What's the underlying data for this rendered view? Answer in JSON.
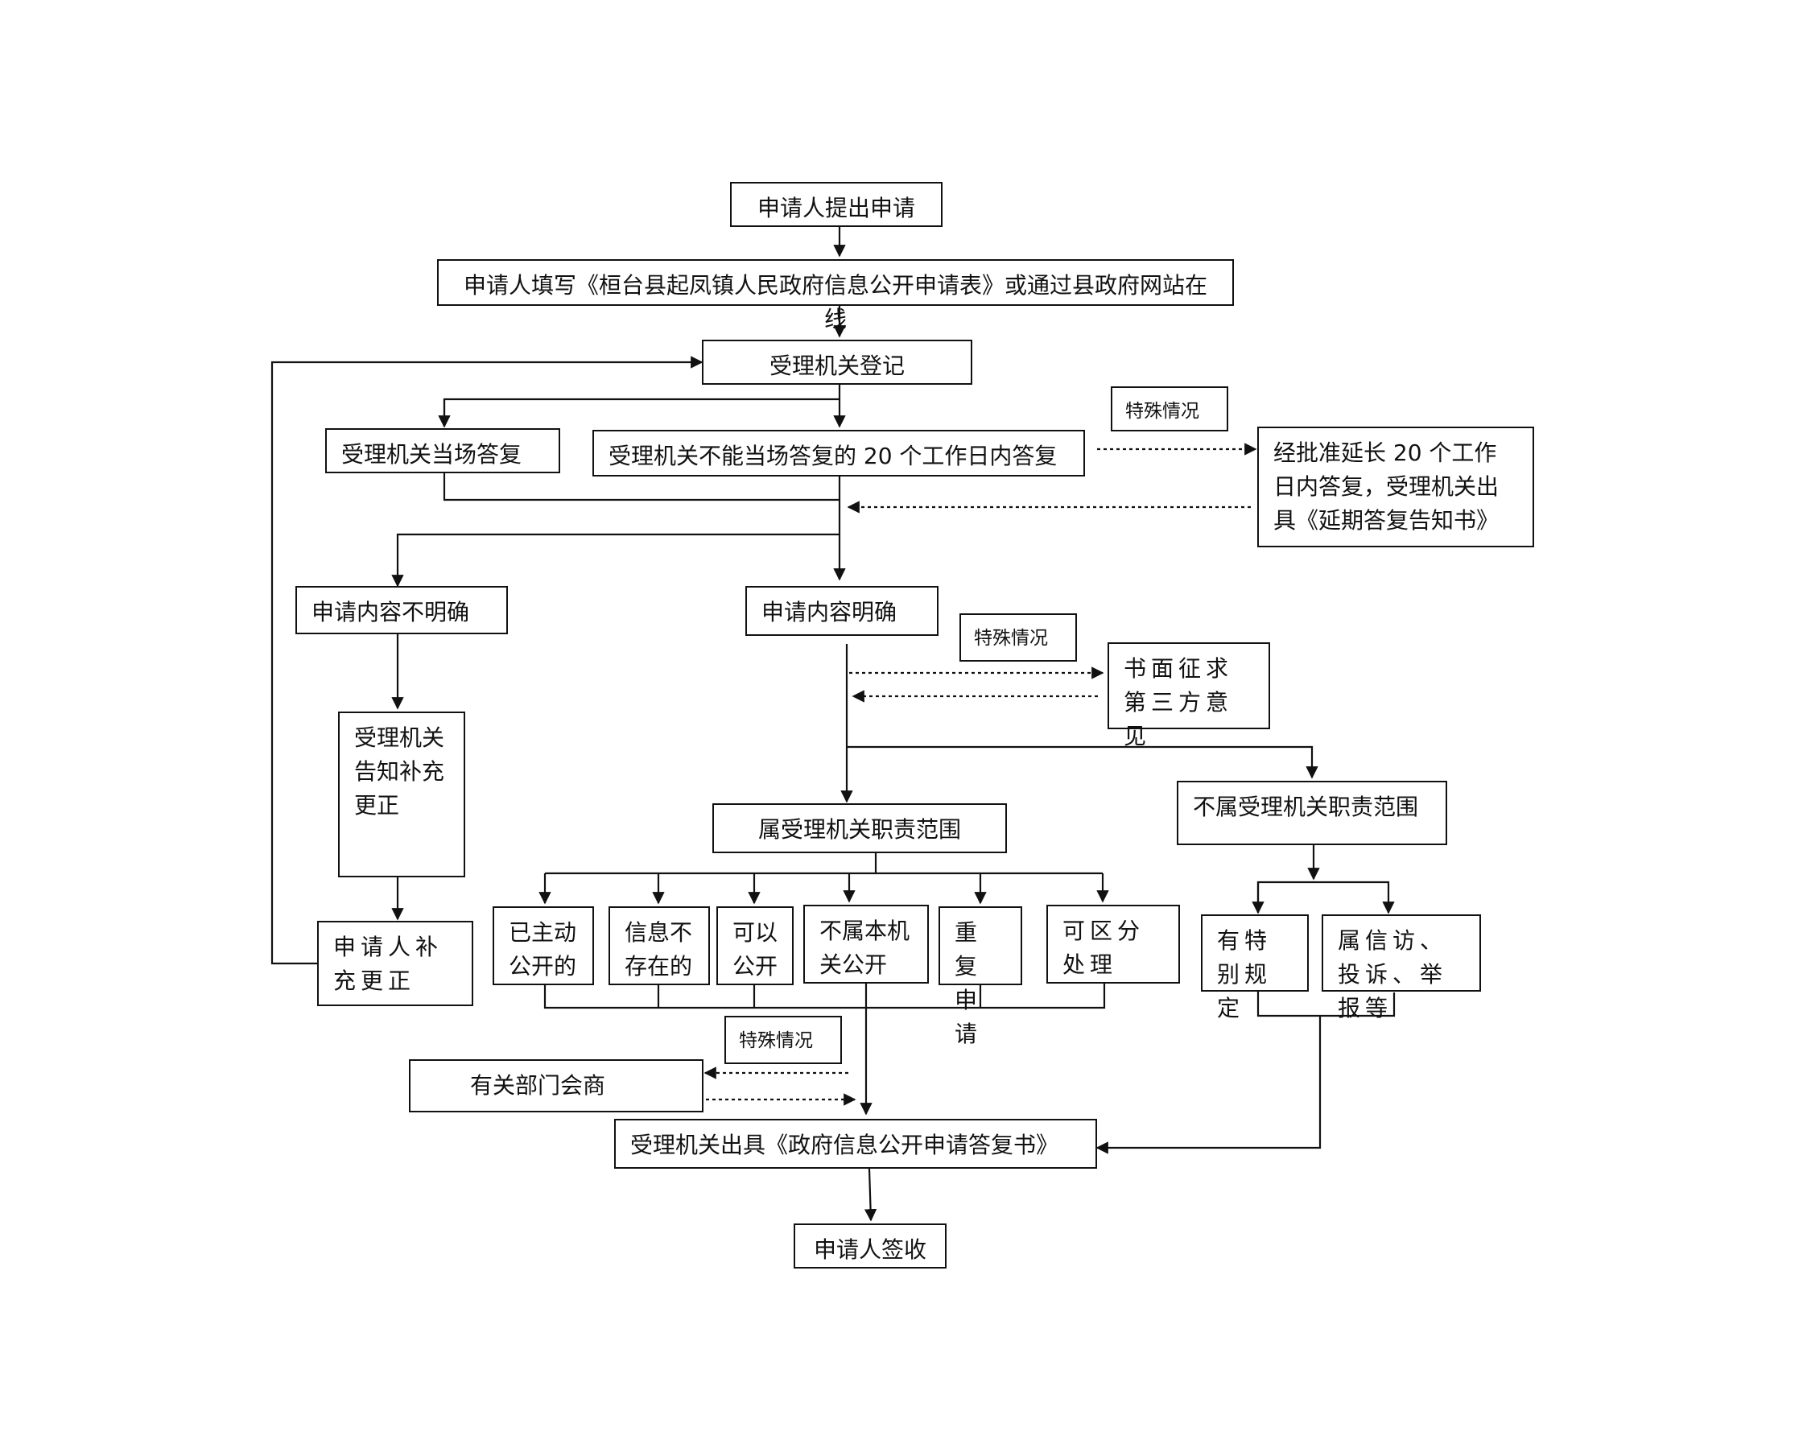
{
  "nodes": {
    "apply": "申请人提出申请",
    "fill_form": "申请人填写《桓台县起凤镇人民政府信息公开申请表》或通过县政府网站在线",
    "register": "受理机关登记",
    "reply_on_spot": "受理机关当场答复",
    "reply_20_days": "受理机关不能当场答复的 20 个工作日内答复",
    "special_1": "特殊情况",
    "extend_20_days": "经批准延长 20 个工作日内答复，受理机关出具《延期答复告知书》",
    "content_unclear": "申请内容不明确",
    "content_clear": "申请内容明确",
    "special_2": "特殊情况",
    "third_party": "书面征求第三方意见",
    "notify_correct": "受理机关告知补充更正",
    "applicant_correct": "申请人补充更正",
    "within_scope": "属受理机关职责范围",
    "outside_scope": "不属受理机关职责范围",
    "already_public": "已主动公开的",
    "info_not_exist": "信息不存在的",
    "can_public": "可以公开",
    "not_this_org": "不属本机关公开",
    "repeat_apply": "重复申请",
    "partial_process": "可区分处理",
    "special_rules": "有特别规定",
    "petition_complaint": "属信访、投诉、举报等",
    "special_3": "特殊情况",
    "consult_dept": "有关部门会商",
    "issue_reply": "受理机关出具《政府信息公开申请答复书》",
    "sign_receipt": "申请人签收"
  },
  "colors": {
    "line": "#111111",
    "background": "#ffffff"
  }
}
